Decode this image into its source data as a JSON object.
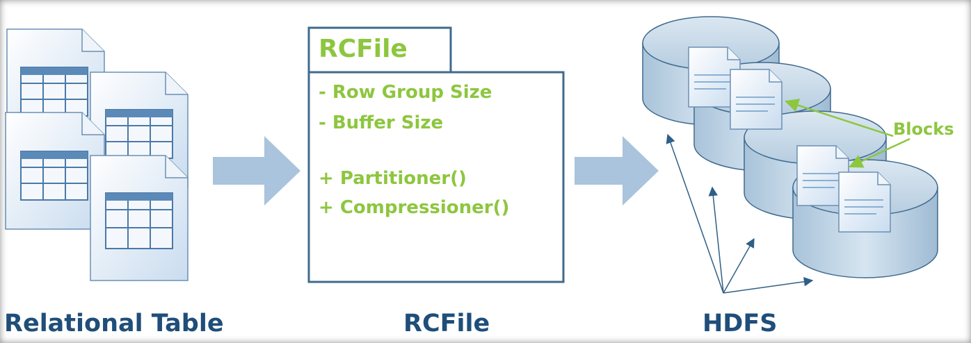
{
  "captions": {
    "relational_table": "Relational Table",
    "rcfile": "RCFile",
    "hdfs": "HDFS"
  },
  "rcfile_class": {
    "title": "RCFile",
    "attributes": [
      "- Row Group Size",
      "- Buffer Size"
    ],
    "methods": [
      "+ Partitioner()",
      "+ Compressioner()"
    ]
  },
  "hdfs": {
    "blocks_label": "Blocks"
  },
  "colors": {
    "caption_blue": "#1f4e79",
    "accent_green": "#8dc63f",
    "arrow_blue": "#a9c4dc",
    "disk_blue": "#c7d9e8",
    "outline_blue": "#3f6a8e"
  }
}
